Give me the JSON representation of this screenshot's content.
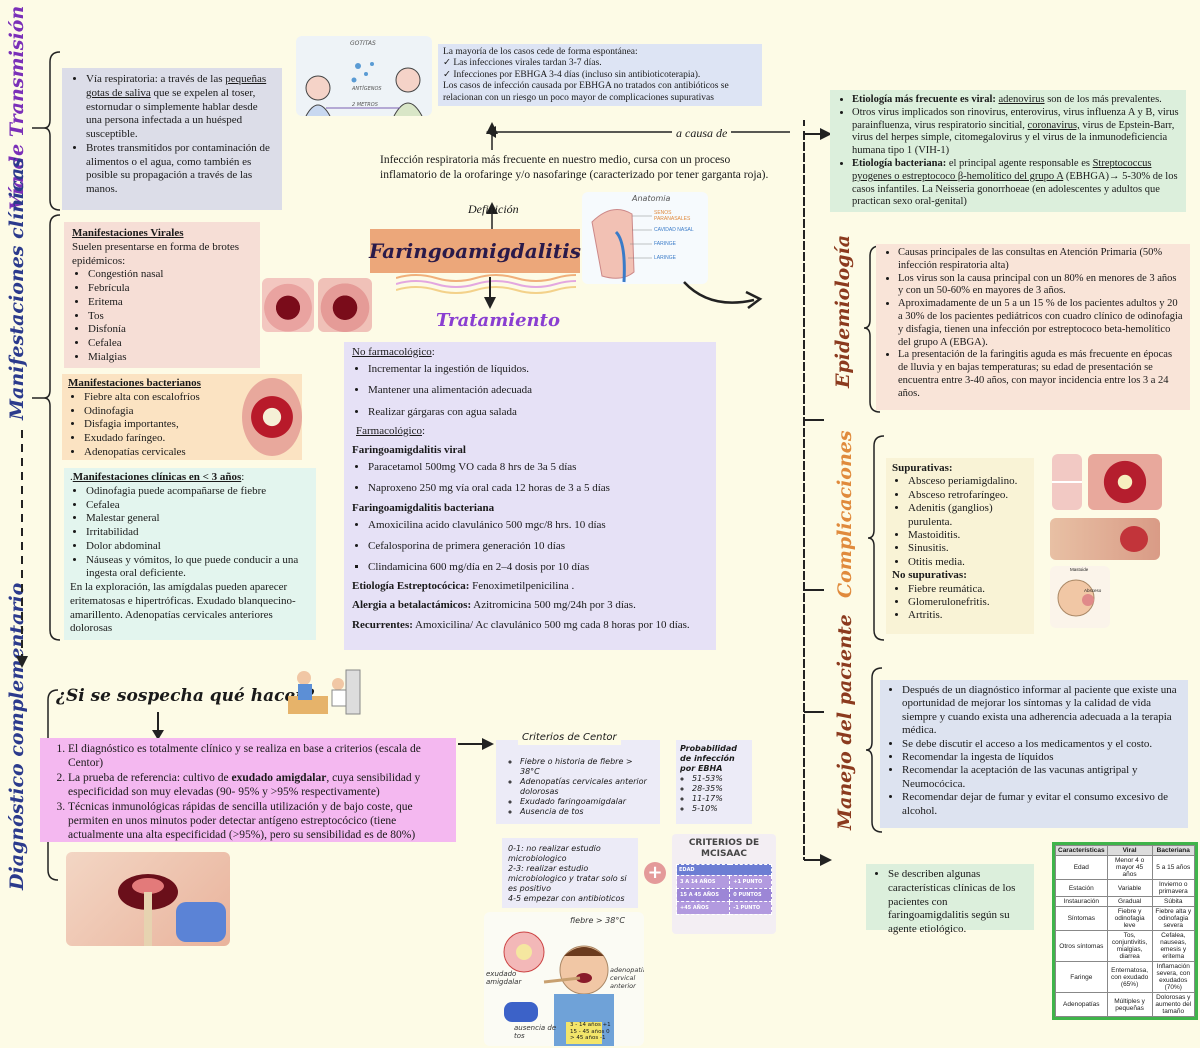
{
  "title": "Faringoamigdalitis",
  "definition": {
    "label": "Definición",
    "text": "Infección respiratoria más frecuente en nuestro medio, cursa con un proceso inflamatorio de la orofaringe y/o nasofaringe (caracterizado por tener garganta roja)."
  },
  "cause_label": "a causa de",
  "spontaneous": {
    "line1": "La mayoría de los casos cede de forma espontánea:",
    "item1": "Las infecciones  virales  tardan  3-7  días.",
    "item2": "Infecciones por EBHGA 3-4 días (incluso sin antibioticoterapia).",
    "line2": "Los casos de infección causada por EBHGA no tratados con antibióticos se relacionan con un riesgo un  poco  mayor  de complicaciones  supurativas"
  },
  "droplets_image": {
    "label1": "GOTITAS",
    "label2": "ANTÍGENOS",
    "label3": "2 METROS"
  },
  "anatomy_image": {
    "title": "Anatomia",
    "l1": "SENOS PARANASALES",
    "l2": "CAVIDAD NASAL",
    "l3": "FARINGE",
    "l4": "LARINGE"
  },
  "left_labels": {
    "via": "Vía de Transmisión",
    "manifest": "Manifestaciones clínicas",
    "diag": "Diagnóstico complementario"
  },
  "right_labels": {
    "epi": "Epidemiología",
    "comp": "Complicaciones",
    "manejo": "Manejo del paciente"
  },
  "transmission": {
    "item1_pre": "Vía respiratoria: a través de las ",
    "item1_u": "pequeñas gotas de saliva",
    "item1_post": " que se expelen al toser, estornudar o simplemente hablar desde una persona infectada a un huésped susceptible.",
    "item2": "Brotes transmitidos por contaminación de alimentos o el agua, como también es posible su propagación a través de las manos."
  },
  "viral": {
    "title": "Manifestaciones Virales",
    "intro": "Suelen presentarse en forma de brotes epidémicos:",
    "items": [
      "Congestión nasal",
      "Febrícula",
      "Eritema",
      "Tos",
      "Disfonía",
      "Cefalea",
      "Mialgias"
    ]
  },
  "bacterial": {
    "title": "Manifestaciones bacterianos",
    "items": [
      "Fiebre alta con escalofríos",
      "Odinofagia",
      "Disfagia importantes,",
      "Exudado faríngeo.",
      "Adenopatías cervicales"
    ]
  },
  "under3": {
    "title_pre": ".",
    "title": "Manifestaciones clínicas en < 3 años",
    "title_post": ":",
    "items": [
      "Odinofagia puede acompañarse de fiebre",
      "Cefalea",
      "Malestar general",
      "Irritabilidad",
      "Dolor abdominal",
      "Náuseas y vómitos, lo que puede conducir a una ingesta oral deficiente."
    ],
    "extra": "En la exploración, las amígdalas pueden aparecer eritematosas e hipertróficas. Exudado blanquecino-amarillento. Adenopatías cervicales anteriores dolorosas"
  },
  "treatment": {
    "heading": "Tratamiento",
    "nonpharm_title": "No farmacológico",
    "nonpharm_colon": ":",
    "nonpharm": [
      "Incrementar la ingestión de líquidos.",
      "Mantener una alimentación adecuada",
      "Realizar gárgaras con agua salada"
    ],
    "pharm_title": "Farmacológico",
    "pharm_colon": ":",
    "viral_title": "Faringoamigdalitis viral",
    "viral": [
      "Paracetamol 500mg VO cada 8 hrs de 3a 5 días",
      "Naproxeno 250 mg vía oral cada 12 horas de 3 a 5 días"
    ],
    "bact_title": "Faringoamigdalitis bacteriana",
    "bact": [
      "Amoxicilina  acido  clavulánico  500  mgc/8 hrs. 10 días",
      "Cefalosporina  de  primera  generación  10 días",
      "Clindamicina  600  mg/día  en  2–4  dosis por 10 días"
    ],
    "strep_label": "Etiología Estreptocócica:",
    "strep_text": " Fenoximetilpenicilina .",
    "allergy_label": "Alergia a betalactámicos:",
    "allergy_text": " Azitromicina 500 mg/24h por 3 días.",
    "recur_label": "Recurrentes:",
    "recur_text": " Amoxicilina/ Ac clavulánico 500 mg cada 8 horas por 10 días."
  },
  "suspect": {
    "heading": "¿Si se sospecha qué hacer?",
    "item1": "El diagnóstico es totalmente clínico y se realiza en base a criterios (escala de Centor)",
    "item2_pre": "La prueba de referencia: cultivo de ",
    "item2_b": "exudado amigdalar",
    "item2_post": ", cuya sensibilidad y especificidad son muy elevadas (90- 95% y >95% respectivamente)",
    "item3": "Técnicas inmunológicas rápidas de sencilla utilización y de bajo coste, que permiten en unos minutos poder detectar antígeno estreptocócico (tiene actualmente una alta especificidad (>95%), pero su sensibilidad es de 80%)"
  },
  "centor": {
    "title": "Criterios de Centor",
    "items": [
      "Fiebre o historia de fiebre > 38°C",
      "Adenopatías cervicales anterior dolorosas",
      "Exudado faringoamigdalar",
      "Ausencia de tos"
    ],
    "prob_title": "Probabilidad de infección por EBHA",
    "probs": [
      "51-53%",
      "28-35%",
      "11-17%",
      "5-10%"
    ],
    "scoring": [
      "0-1: no realizar estudio microbiologico",
      "2-3: realizar estudio microbiologico y tratar solo si es positivo",
      "4-5 empezar con antibioticos"
    ]
  },
  "mcisaac": {
    "title": "CRITERIOS DE MCISAAC",
    "header": "EDAD",
    "rows": [
      [
        "3 A 14 AÑOS",
        "+1 PUNTO"
      ],
      [
        "15 A 45 AÑOS",
        "0 PUNTOS"
      ],
      [
        "+45 AÑOS",
        "-1 PUNTO"
      ]
    ]
  },
  "child_image": {
    "fiebre": "fiebre > 38°C",
    "exudado": "exudado amigdalar",
    "adeno": "adenopatia cervical anterior",
    "ausencia": "ausencia de tos",
    "ages": [
      "3 - 14 años",
      "15 - 45 años",
      "> 45 años"
    ],
    "pts": [
      "+1",
      "0",
      "-1"
    ]
  },
  "etiology": {
    "b1_label": "Etiología más frecuente es viral:",
    "b1_sp": " ",
    "b1_u": "adenovirus",
    "b1_post": " son de los más prevalentes.",
    "b2_pre": "Otros virus implicados son rinovirus, enterovirus, virus influenza A y B, virus parainfluenza, virus respiratorio sincitial, ",
    "b2_u": "coronavirus,",
    "b2_post": " virus de Epstein-Barr, virus del herpes simple, citomegalovirus y el virus de la inmunodeficiencia humana tipo 1 (VIH-1)",
    "b3_label": "Etiología bacteriana:",
    "b3_pre": " el principal agente responsable es ",
    "b3_u": "Streptococcus pyogenes o estreptococo β-hemolítico del grupo A",
    "b3_post": " (EBHGA)→ 5-30% de los casos infantiles. La Neisseria gonorrhoeae (en adolescentes y adultos que practican sexo oral-genital)"
  },
  "epidemiology": {
    "items": [
      " Causas principales de las consultas en Atención Primaria (50% infección respiratoria alta)",
      "Los virus son la causa principal con un 80% en menores de 3 años y con un 50-60% en mayores de 3 años.",
      "Aproximadamente de un 5 a un 15 % de los pacientes adultos y 20 a 30% de los pacientes pediátricos con cuadro clínico de odinofagia y disfagia, tienen una infección por estreptococo beta-hemolítico del grupo A (EBGA).",
      "La presentación de la faringitis aguda es más frecuente en épocas de lluvia y en bajas temperaturas; su edad de presentación se encuentra entre 3-40 años, con mayor incidencia entre los 3 a 24 años."
    ]
  },
  "complications": {
    "sup_title": "Supurativas:",
    "sup": [
      "Absceso periamigdalino.",
      "Absceso retrofaríngeo.",
      "Adenitis (ganglios) purulenta.",
      " Mastoiditis.",
      "Sinusitis.",
      "Otitis media."
    ],
    "nosup_title": "No supurativas:",
    "nosup": [
      "Fiebre reumática.",
      "Glomerulonefritis.",
      "Artritis."
    ],
    "img_labels": [
      "Mastoide",
      "Absceso"
    ]
  },
  "management": {
    "items": [
      "Después de un diagnóstico informar al paciente que existe una  oportunidad de mejorar los síntomas y la calidad de vida siempre y cuando exista una adherencia adecuada a la terapia médica.",
      "Se debe discutir el acceso a los medicamentos y el costo.",
      "Recomendar la ingesta de líquidos",
      "Recomendar la aceptación de las vacunas antigripal y Neumocócica.",
      "Recomendar dejar de fumar y evitar el consumo excesivo de alcohol."
    ],
    "note": "Se describen algunas características clínicas de los pacientes con faringoamigdalitis según su agente etiológico."
  },
  "compare_table": {
    "headers": [
      "Características",
      "Viral",
      "Bacteriana"
    ],
    "rows": [
      [
        "Edad",
        "Menor 4 o mayor 45 años",
        "5 a 15 años"
      ],
      [
        "Estación",
        "Variable",
        "Invierno o primavera"
      ],
      [
        "Instauración",
        "Gradual",
        "Súbita"
      ],
      [
        "Síntomas",
        "Fiebre y odinofagia leve",
        "Fiebre alta y odinofagia severa"
      ],
      [
        "Otros síntomas",
        "Tos, conjuntivitis, mialgias, diarrea",
        "Cefalea, nauseas, emesis y eritema"
      ],
      [
        "Faringe",
        "Enternatosa, con exudado (65%)",
        "Inflamación severa, con exudados (70%)"
      ],
      [
        "Adenopatías",
        "Múltiples y pequeñas",
        "Dolorosas y aumento del tamaño"
      ]
    ]
  },
  "colors": {
    "purple": "#8a3fd1",
    "navy": "#2b3a8c",
    "brown": "#8b3a1e",
    "orange": "#e08a3c",
    "pink": "#f7c6f2",
    "green": "#e0f2e3"
  }
}
